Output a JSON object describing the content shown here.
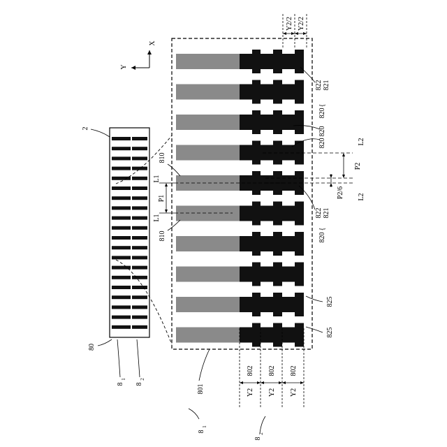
{
  "labels": {
    "axis_x": "X",
    "axis_y": "Y",
    "ref_2": "2",
    "ref_80": "80",
    "ref_801": "801",
    "ref_81": "8",
    "ref_81_sub": "1",
    "ref_82": "8",
    "ref_82_sub": "2",
    "ref_810": "810",
    "ref_820": "820",
    "ref_821": "821",
    "ref_822": "822",
    "ref_825": "825",
    "ref_802": "802",
    "L1": "L1",
    "L2": "L2",
    "P1": "P1",
    "P2": "P2",
    "P2_6": "P2/6",
    "Y2": "Y2",
    "Y2_2": "Y2/2"
  },
  "colors": {
    "line": "#000000",
    "first_electrode": "#8a8a8a",
    "second_electrode": "#111111"
  }
}
